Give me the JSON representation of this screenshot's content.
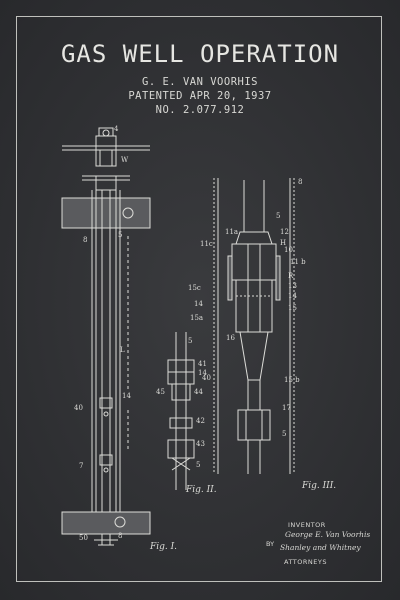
{
  "header": {
    "title": "GAS WELL OPERATION",
    "inventor_name": "G. E. VAN VOORHIS",
    "patent_date": "PATENTED APR 20, 1937",
    "patent_number": "NO. 2.077.912"
  },
  "figures": {
    "fig1": "Fig. I.",
    "fig2": "Fig. II.",
    "fig3": "Fig. III."
  },
  "signatures": {
    "inventor_label": "INVENTOR",
    "inventor_signature": "George E. Van Voorhis",
    "by_label": "BY",
    "attorney_signature": "Shanley and Whitney",
    "attorneys_label": "ATTORNEYS"
  },
  "colors": {
    "background": "#2f3033",
    "ink": "#dcdcd8"
  }
}
